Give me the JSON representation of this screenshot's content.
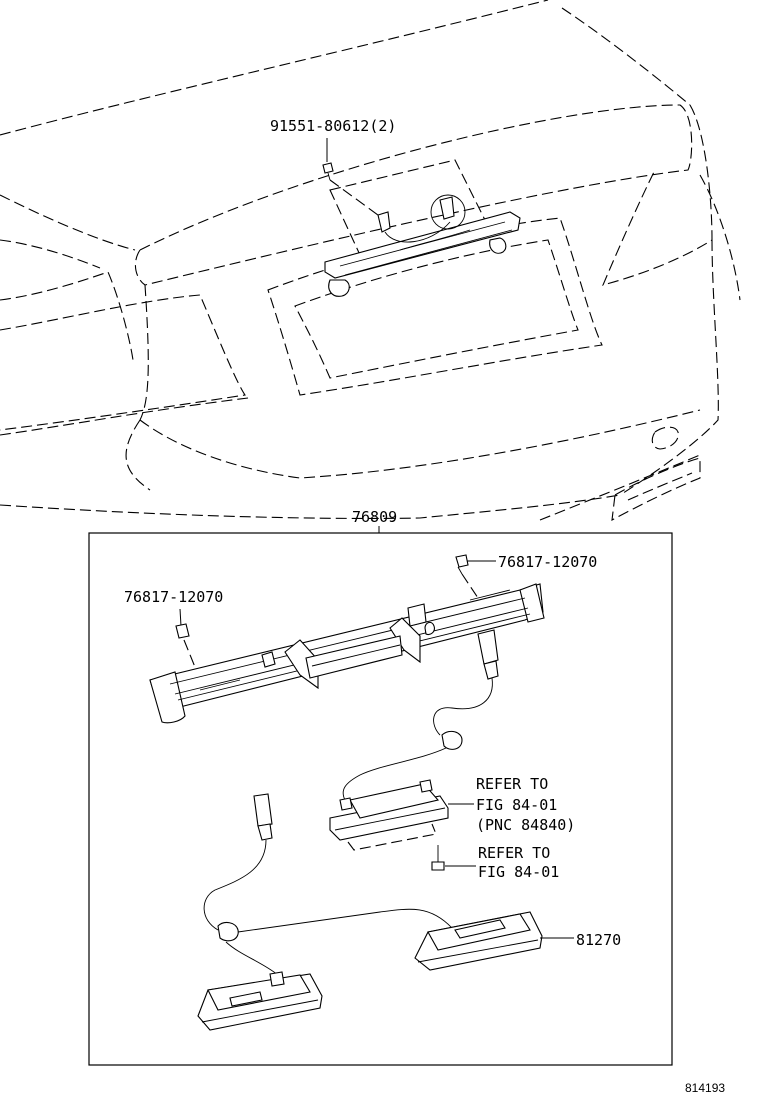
{
  "callouts": {
    "nut_top": "91551-80612(2)",
    "assembly": "76809",
    "clip_right": "76817-12070",
    "clip_left": "76817-12070",
    "refer1_line1": "REFER TO",
    "refer1_line2": "FIG 84-01",
    "refer1_line3": "(PNC 84840)",
    "refer2_line1": "REFER TO",
    "refer2_line2": "FIG 84-01",
    "lamp": "81270"
  },
  "footer": {
    "figure_code": "814193"
  }
}
